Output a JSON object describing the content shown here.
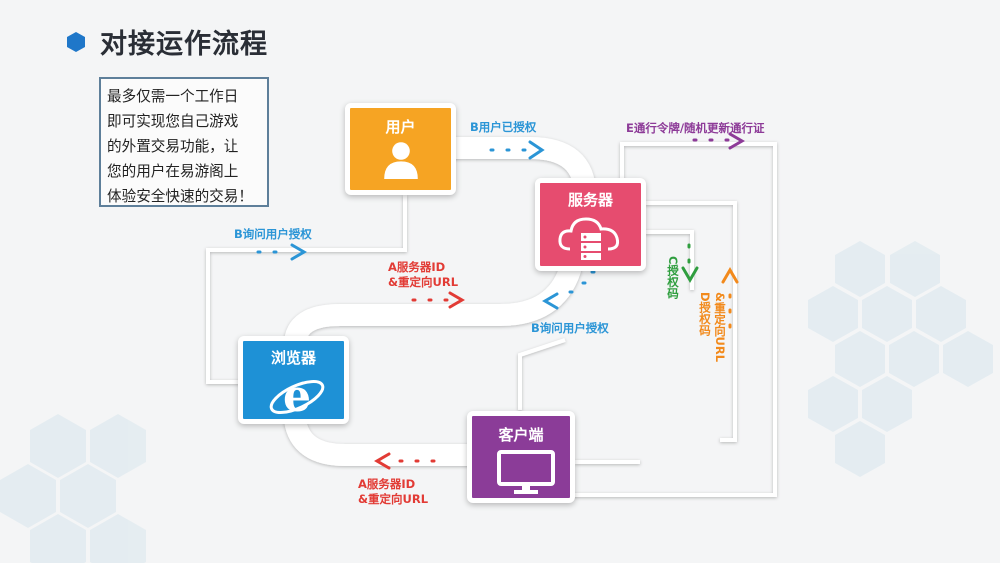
{
  "title": "对接运作流程",
  "note_lines": [
    "最多仅需一个工作日",
    "即可实现您自己游戏",
    "的外置交易功能，让",
    "您的用户在易游阁上",
    "体验安全快速的交易！"
  ],
  "nodes": {
    "user": "用户",
    "server": "服务器",
    "browser": "浏览器",
    "client": "客户端"
  },
  "flow_labels": {
    "user_authorized": "B用户已授权",
    "pass_token": "E通行令牌/随机更新通行证",
    "query_auth_left": "B询问用户授权",
    "redirect_top_1": "A服务器ID",
    "redirect_top_2": "&重定向URL",
    "query_auth_right": "B询问用户授权",
    "c_auth_code": "C授权码",
    "d_auth_code_1": "D授权码",
    "d_auth_code_2": "&重定向URL",
    "redirect_bottom_1": "A服务器ID",
    "redirect_bottom_2": "&重定向URL"
  },
  "colors": {
    "user": "#f6a423",
    "server": "#e64c6f",
    "browser": "#1e91d6",
    "client": "#8b3c98",
    "blue": "#2b95d6",
    "red": "#e23b35",
    "purple": "#8d3b98",
    "green": "#2f9e3f",
    "orange": "#f28a1c"
  },
  "icons": [
    "user-silhouette-icon",
    "cloud-server-icon",
    "ie-browser-icon",
    "monitor-icon",
    "hexagon-bullet-icon"
  ]
}
